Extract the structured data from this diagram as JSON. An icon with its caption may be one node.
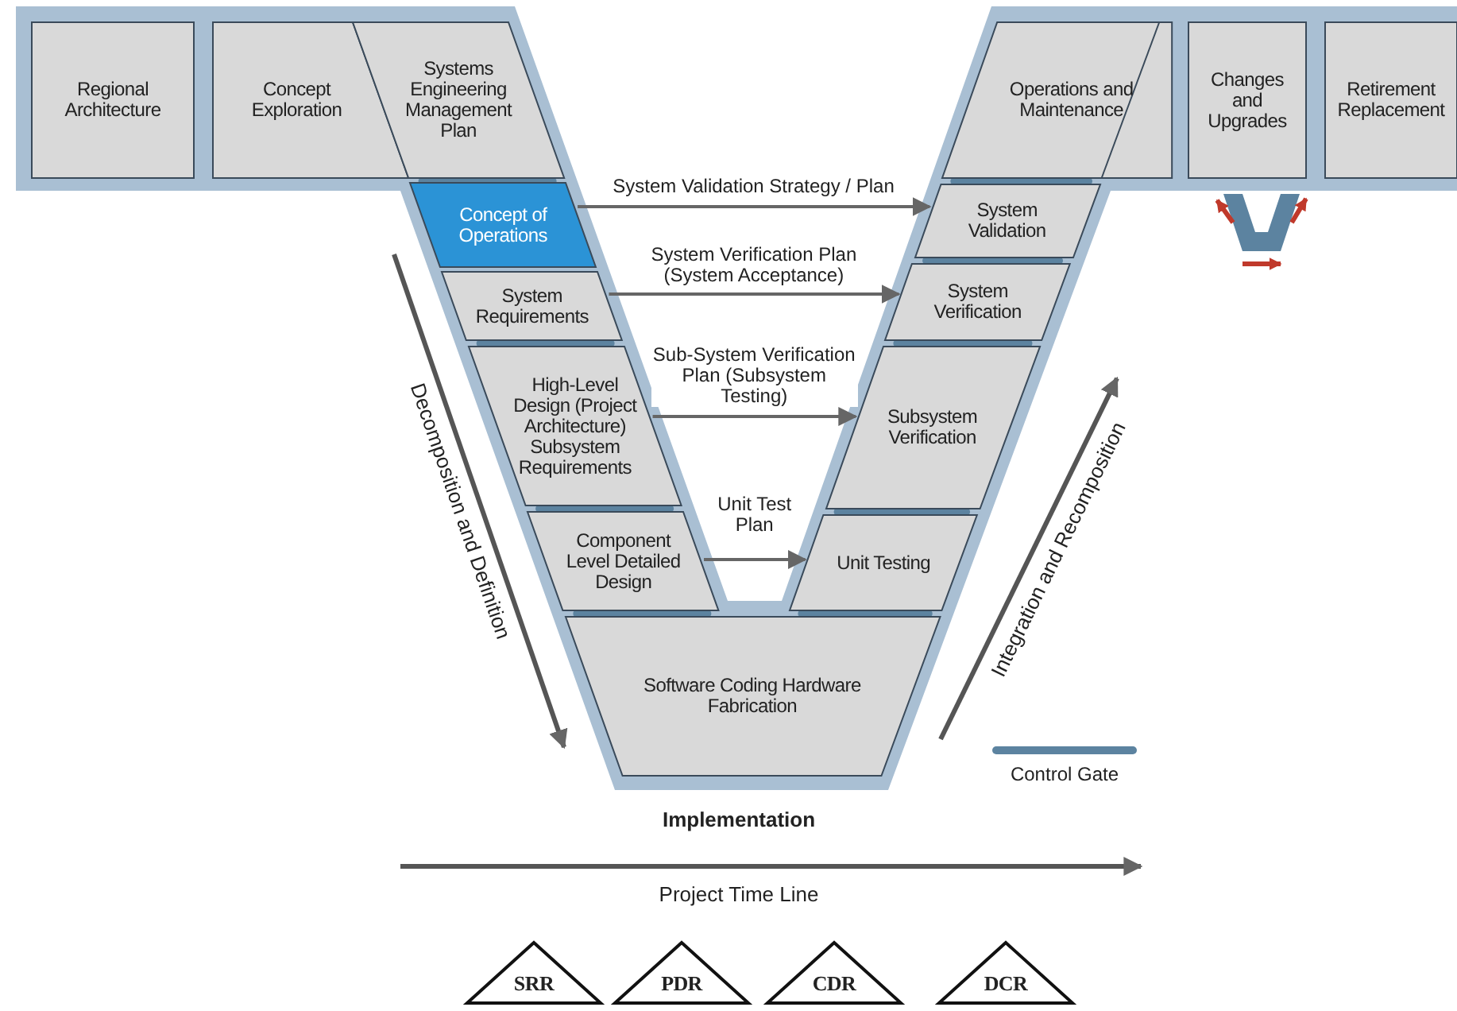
{
  "diagram": {
    "nodes": [
      {
        "text": [
          "Regional Architecture"
        ]
      },
      {
        "text": [
          "Concept Exploration"
        ]
      },
      {
        "text": [
          "Systems Engineering Management Plan"
        ]
      },
      {
        "text": [
          "Concept of Operations"
        ]
      },
      {
        "text": [
          "System Requirements"
        ]
      },
      {
        "text": [
          "High-Level Design (Project Architecture)",
          "Subsystem Requirements"
        ]
      },
      {
        "text": [
          "Component Level Detailed Design"
        ]
      },
      {
        "text": [
          "Software Coding Hardware Fabrication"
        ]
      },
      {
        "text": [
          "Unit Testing"
        ]
      },
      {
        "text": [
          "Subsystem Verification"
        ]
      },
      {
        "text": [
          "System Verification"
        ]
      },
      {
        "text": [
          "System Validation"
        ]
      },
      {
        "text": [
          "Operations and Maintenance"
        ]
      },
      {
        "text": [
          "Changes and Upgrades"
        ]
      },
      {
        "text": [
          "Retirement Replacement"
        ]
      },
      {
        "text": [
          "SRR"
        ]
      },
      {
        "text": [
          "PDR"
        ]
      },
      {
        "text": [
          "CDR"
        ]
      },
      {
        "text": [
          "DCR"
        ]
      }
    ],
    "edges": [
      {
        "from": 3,
        "to": 11,
        "arrow": "to",
        "label": "System Validation Strategy / Plan"
      },
      {
        "from": 4,
        "to": 10,
        "arrow": "to",
        "label": "System Verification Plan (System Acceptance)"
      },
      {
        "from": 5,
        "to": 9,
        "arrow": "to",
        "label": "Sub-System Verification Plan (Subsystem Testing)"
      },
      {
        "from": 6,
        "to": 8,
        "arrow": "to",
        "label": "Unit Test Plan"
      }
    ],
    "labels": [
      "Decomposition and Definition",
      "Integration and Recomposition",
      "Implementation",
      "Project Time Line"
    ],
    "legend": [
      {
        "text": "Control Gate"
      }
    ]
  }
}
